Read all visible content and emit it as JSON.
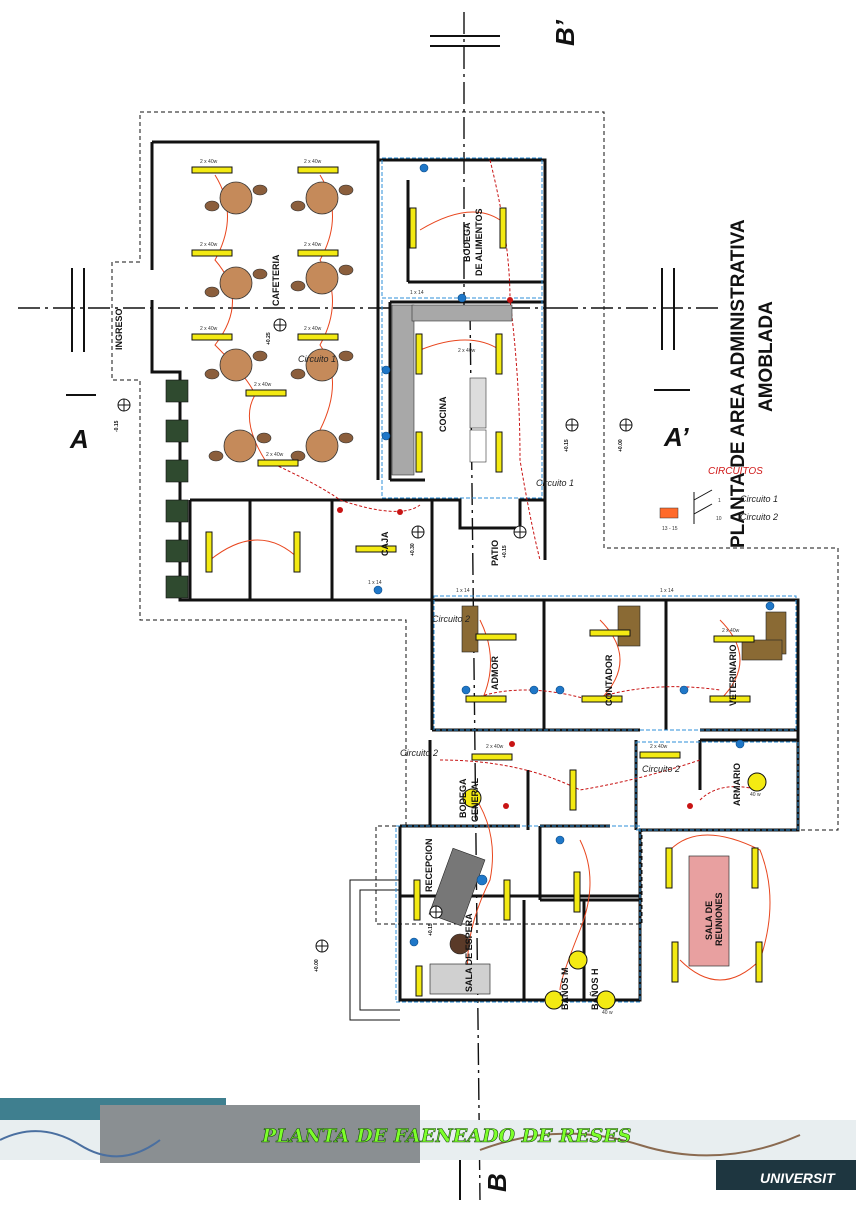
{
  "title": {
    "line1": "PLANTA DE AREA ADMINISTRATIVA",
    "line2": "AMOBLADA"
  },
  "section_marks": {
    "a": "A",
    "a_prime": "A’",
    "b": "B",
    "b_prime": "B’"
  },
  "legend": {
    "heading": "CIRCUITOS",
    "items": [
      {
        "number": "1",
        "label": "Circuito 1"
      },
      {
        "number": "10",
        "label": "Circuito 2"
      }
    ],
    "symbol_code": "13 - 15"
  },
  "rooms": {
    "ingreso": "INGRESO",
    "cafeteria": "CAFETERIA",
    "bodega_alimentos_1": "BODEGA",
    "bodega_alimentos_2": "DE ALIMENTOS",
    "cocina": "COCINA",
    "caja": "CAJA",
    "patio": "PATIO",
    "admor": "ADMOR",
    "contador": "CONTADOR",
    "veterinario": "VETERINARIO",
    "bodega_general_1": "BODEGA",
    "bodega_general_2": "GENERAL",
    "recepcion": "RECEPCION",
    "sala_espera": "SALA DE ESPERA",
    "armario": "ARMARIO",
    "sala_reuniones_1": "SALA DE",
    "sala_reuniones_2": "REUNIONES",
    "banos_m": "BAÑOS M",
    "banos_h": "BAÑOS H"
  },
  "circuit_tags": {
    "c1_cafeteria": "Circuito 1",
    "c1_patio": "Circuito 1",
    "c2_offices": "Circuito 2",
    "c2_hall": "Circuito 2",
    "c2_left": "Circuito 2"
  },
  "fixture_labels": {
    "fluor": "2 x 40w",
    "single": "1 x 14",
    "round": "40 w"
  },
  "levels": {
    "cafeteria": "+0.25",
    "ingreso": "-0.15",
    "kitchen_out": "+0.15",
    "exterior": "+0.00",
    "caja": "+0.30",
    "patio": "+0.15",
    "entrada": "+0.00",
    "recepcion": "+0.15"
  },
  "banner": {
    "text": "PLANTA DE FAENEADO DE RESES",
    "university": "UNIVERSIT"
  },
  "colors": {
    "lamp": "#f3ea13",
    "circuit_wire": "#e8461e",
    "conduit_blue": "#2c8fd8",
    "banner_text": "#7dff2a",
    "banner_teal": "#3f7f8f"
  }
}
